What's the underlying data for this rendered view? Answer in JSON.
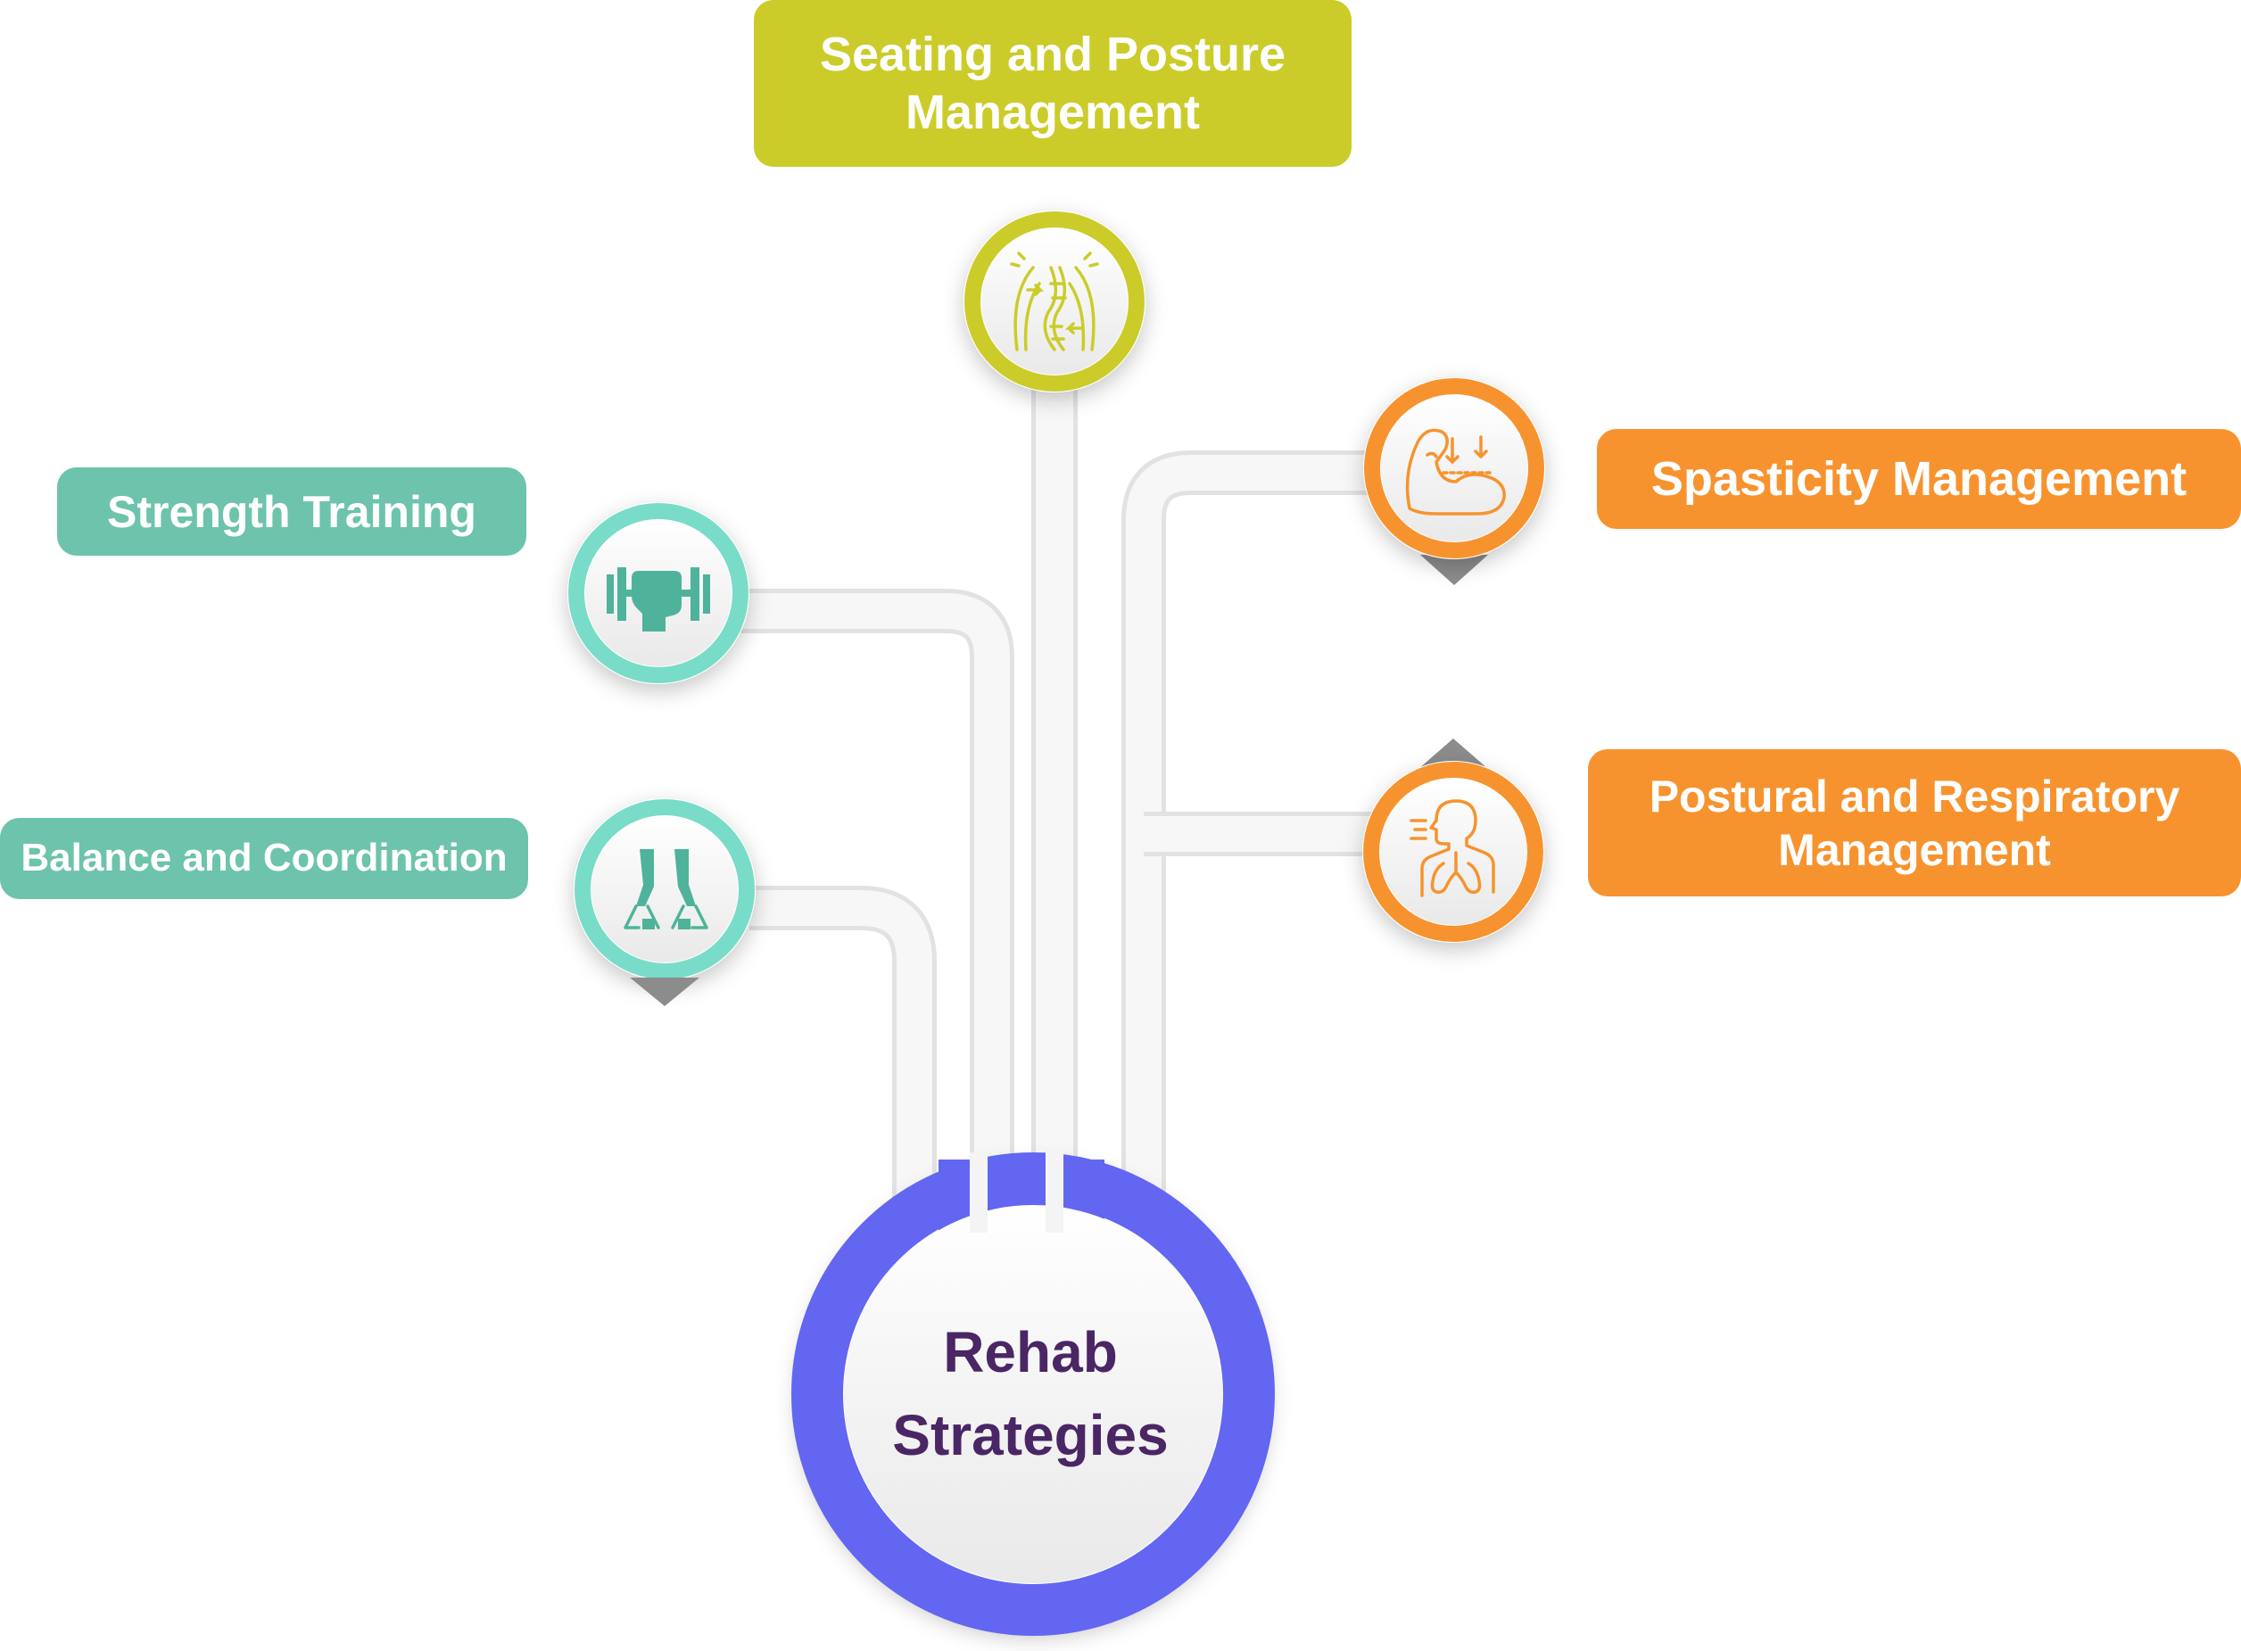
{
  "center": {
    "line1": "Rehab",
    "line2": "Strategies",
    "ring_color": "#6366f1",
    "text_color": "#4a2665"
  },
  "nodes": [
    {
      "id": "seating",
      "lines": [
        "Seating and Posture",
        "Management"
      ],
      "color": "#cbcc2a",
      "icon": "spine-posture-icon"
    },
    {
      "id": "strength",
      "lines": [
        "Strength Training"
      ],
      "color": "#6dc3ac",
      "icon": "dumbbell-fist-icon"
    },
    {
      "id": "balance",
      "lines": [
        "Balance and Coordination"
      ],
      "color": "#6dc3ac",
      "icon": "balance-legs-icon"
    },
    {
      "id": "spasticity",
      "lines": [
        "Spasticity Management"
      ],
      "color": "#f7932f",
      "icon": "flexed-arm-icon"
    },
    {
      "id": "postural",
      "lines": [
        "Postural and Respiratory",
        "Management"
      ],
      "color": "#f7932f",
      "icon": "respiratory-lungs-icon"
    }
  ]
}
